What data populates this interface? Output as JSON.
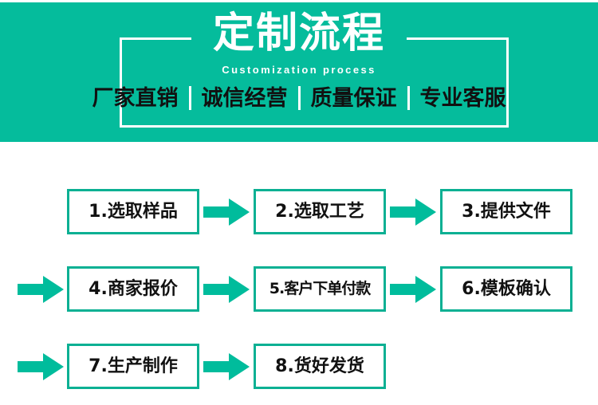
{
  "banner": {
    "title": "定制流程",
    "subtitle": "Customization process",
    "taglines": [
      "厂家直销",
      "诚信经营",
      "质量保证",
      "专业客服"
    ],
    "background_color": "#05bc9c",
    "frame_color": "#ffffff",
    "tagline_color": "#111111"
  },
  "flow": {
    "box_border_color": "#0bb093",
    "arrow_color": "#00bc9c",
    "arrow_icon": "arrow-right-icon",
    "rows": [
      {
        "lead_arrow": false,
        "steps": [
          {
            "label": "1.选取样品",
            "number": "1",
            "text": "选取样品"
          },
          {
            "label": "2.选取工艺",
            "number": "2",
            "text": "选取工艺"
          },
          {
            "label": "3.提供文件",
            "number": "3",
            "text": "提供文件"
          }
        ]
      },
      {
        "lead_arrow": true,
        "steps": [
          {
            "label": "4.商家报价",
            "number": "4",
            "text": "商家报价"
          },
          {
            "label": "5.客户下单付款",
            "number": "5",
            "text": "客户下单付款"
          },
          {
            "label": "6.模板确认",
            "number": "6",
            "text": "模板确认"
          }
        ]
      },
      {
        "lead_arrow": true,
        "steps": [
          {
            "label": "7.生产制作",
            "number": "7",
            "text": "生产制作"
          },
          {
            "label": "8.货好发货",
            "number": "8",
            "text": "货好发货"
          }
        ]
      }
    ]
  }
}
